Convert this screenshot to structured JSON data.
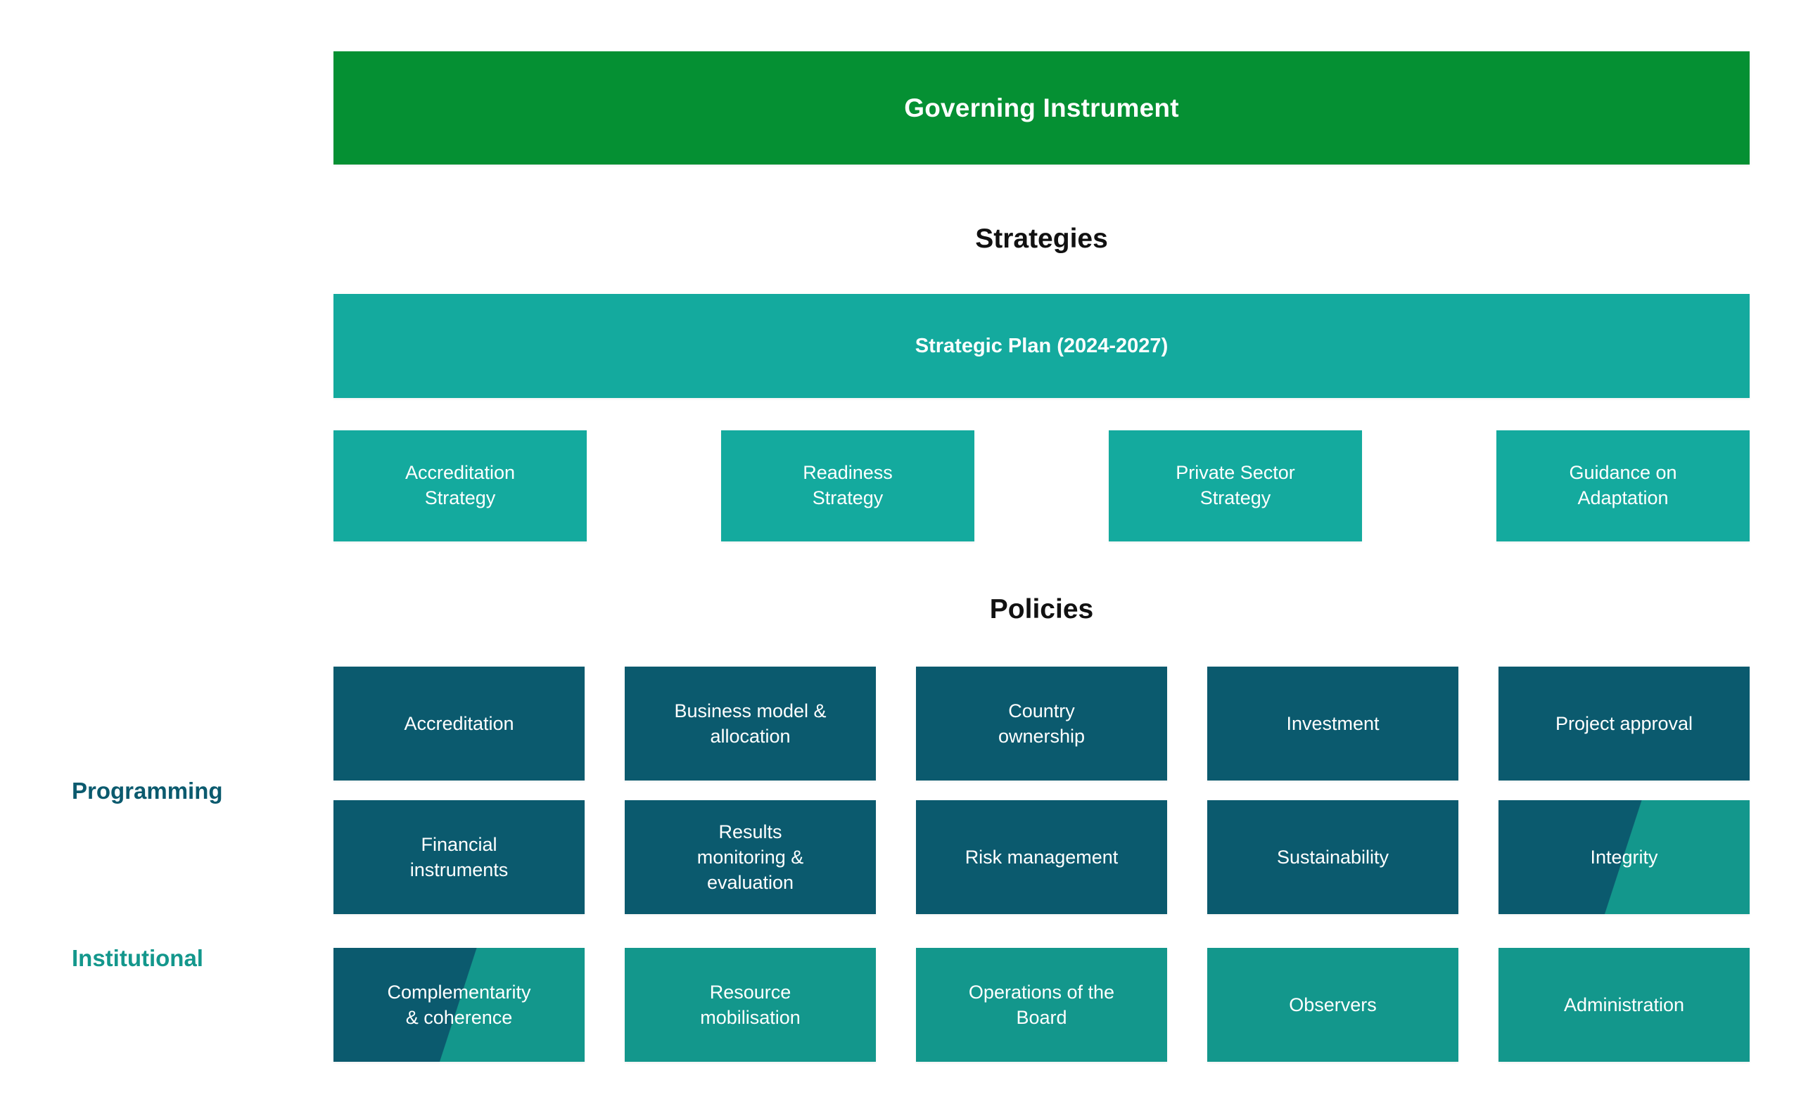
{
  "diagram": {
    "governing": {
      "label": "Governing Instrument",
      "color": "#059033"
    },
    "sections": {
      "strategies_heading": "Strategies",
      "policies_heading": "Policies"
    },
    "strategic_plan": {
      "label": "Strategic Plan (2024-2027)",
      "color": "#14aa9e"
    },
    "strategies": [
      {
        "label": "Accreditation\nStrategy",
        "color": "#14aa9e"
      },
      {
        "label": "Readiness\nStrategy",
        "color": "#14aa9e"
      },
      {
        "label": "Private Sector\nStrategy",
        "color": "#14aa9e"
      },
      {
        "label": "Guidance on\nAdaptation",
        "color": "#14aa9e"
      }
    ],
    "axis_labels": [
      {
        "label": "Programming",
        "color": "#0b5a6e"
      },
      {
        "label": "Institutional",
        "color": "#13978c"
      }
    ],
    "policy_rows": [
      {
        "group": "Programming",
        "boxes": [
          {
            "label": "Accreditation",
            "tone": "programming"
          },
          {
            "label": "Business model &\nallocation",
            "tone": "programming"
          },
          {
            "label": "Country\nownership",
            "tone": "programming"
          },
          {
            "label": "Investment",
            "tone": "programming"
          },
          {
            "label": "Project approval",
            "tone": "programming"
          }
        ]
      },
      {
        "group": "Programming",
        "boxes": [
          {
            "label": "Financial\ninstruments",
            "tone": "programming"
          },
          {
            "label": "Results\nmonitoring &\nevaluation",
            "tone": "programming"
          },
          {
            "label": "Risk management",
            "tone": "programming"
          },
          {
            "label": "Sustainability",
            "tone": "programming"
          },
          {
            "label": "Integrity",
            "tone": "split"
          }
        ]
      },
      {
        "group": "Institutional",
        "boxes": [
          {
            "label": "Complementarity\n& coherence",
            "tone": "split"
          },
          {
            "label": "Resource\nmobilisation",
            "tone": "institutional"
          },
          {
            "label": "Operations of the\nBoard",
            "tone": "institutional"
          },
          {
            "label": "Observers",
            "tone": "institutional"
          },
          {
            "label": "Administration",
            "tone": "institutional"
          }
        ]
      }
    ]
  }
}
